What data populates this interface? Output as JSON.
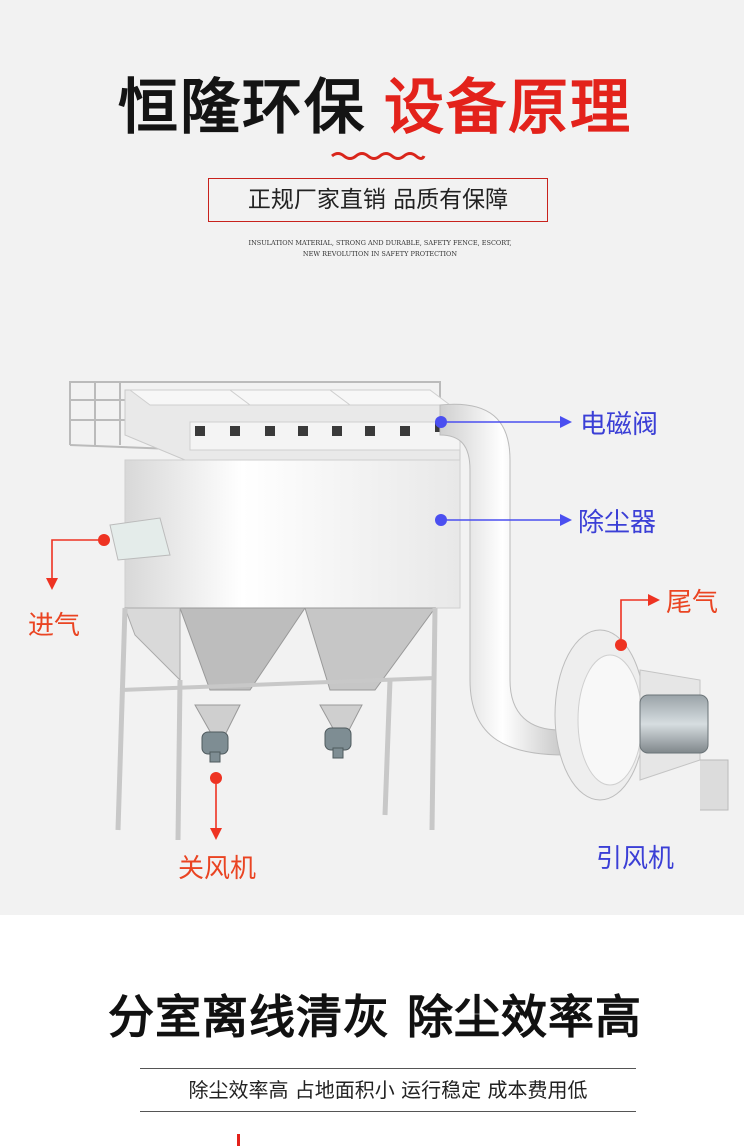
{
  "header": {
    "title_main": "恒隆环保",
    "title_accent": "设备原理",
    "slogan": "正规厂家直销  品质有保障",
    "en_line1": "INSULATION MATERIAL, STRONG AND DURABLE, SAFETY FENCE, ESCORT,",
    "en_line2": "NEW REVOLUTION IN SAFETY PROTECTION"
  },
  "diagram": {
    "labels": {
      "solenoid_valve": "电磁阀",
      "dust_collector": "除尘器",
      "exhaust": "尾气",
      "inlet": "进气",
      "airlock": "关风机",
      "fan": "引风机"
    },
    "colors": {
      "blue": "#3b3fd6",
      "red": "#ea4422"
    }
  },
  "section2": {
    "title": "分室离线清灰 除尘效率高",
    "subtitle": "除尘效率高 占地面积小 运行稳定 成本费用低"
  }
}
